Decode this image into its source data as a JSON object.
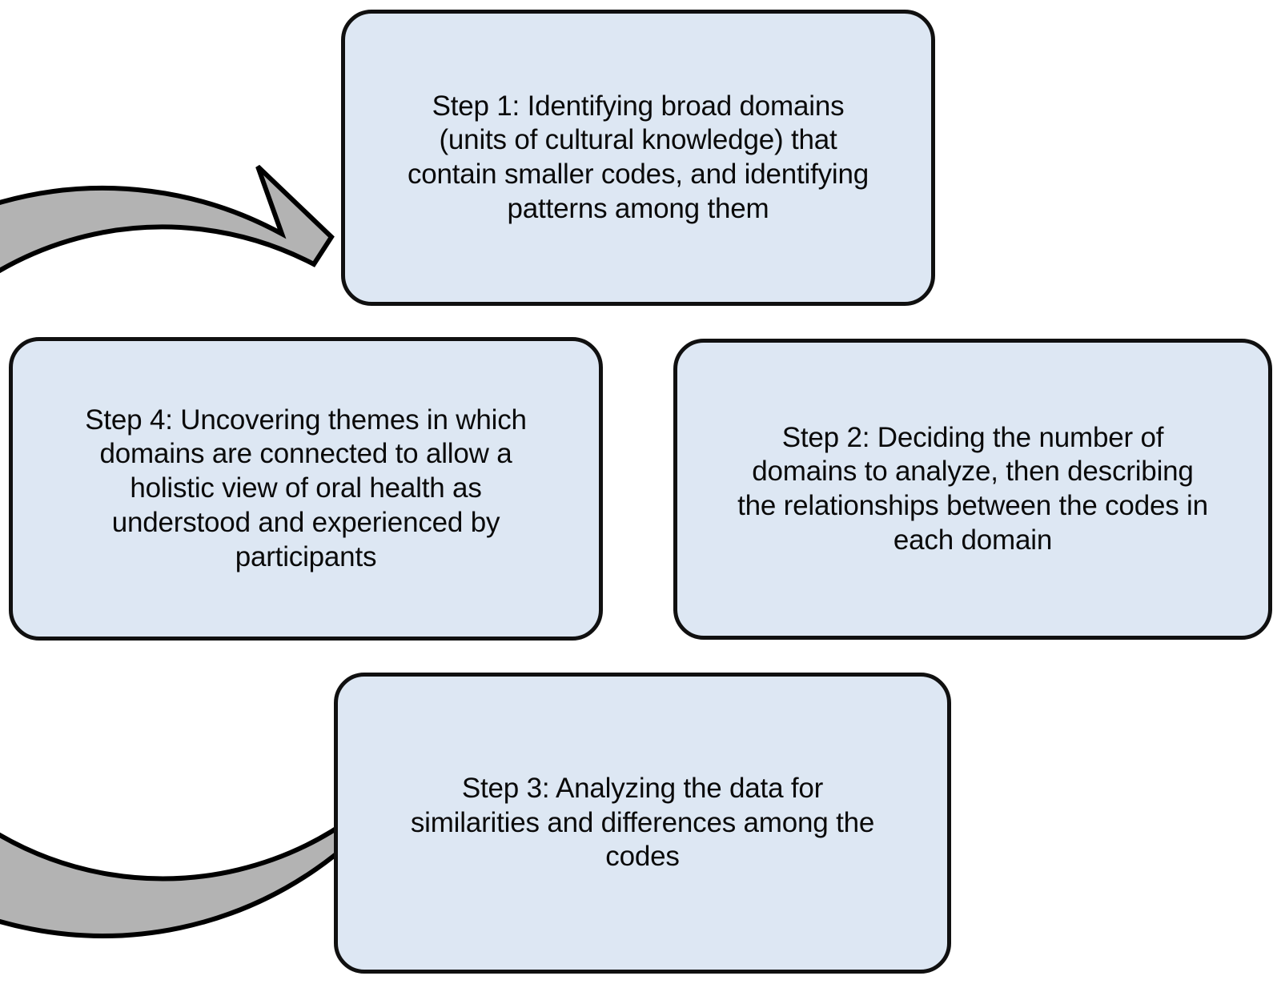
{
  "diagram": {
    "title": "Four-step cyclical qualitative data analysis process",
    "type": "cycle",
    "direction": "clockwise",
    "colors": {
      "box_fill": "#dde7f3",
      "box_stroke": "#101010",
      "arrow_fill": "#b3b3b3",
      "arrow_stroke": "#000000",
      "background": "#ffffff",
      "text": "#0a0a0a"
    },
    "arrow": {
      "name": "circular-cycle-arrow",
      "head_position": "top-left",
      "head_direction": "up-right-toward-step-1"
    },
    "steps": [
      {
        "id": "step-1",
        "position": "top",
        "text": "Step 1: Identifying broad domains\n(units of cultural knowledge) that\ncontain smaller codes, and identifying\npatterns among them"
      },
      {
        "id": "step-2",
        "position": "right",
        "text": "Step 2: Deciding the number of\ndomains to analyze, then describing\nthe relationships between the codes in\neach domain"
      },
      {
        "id": "step-3",
        "position": "bottom",
        "text": "Step 3: Analyzing the data for\nsimilarities and differences among the\ncodes"
      },
      {
        "id": "step-4",
        "position": "left",
        "text": "Step 4: Uncovering themes in which\ndomains are connected to allow a\nholistic view of oral health as\nunderstood and experienced by\nparticipants"
      }
    ]
  }
}
